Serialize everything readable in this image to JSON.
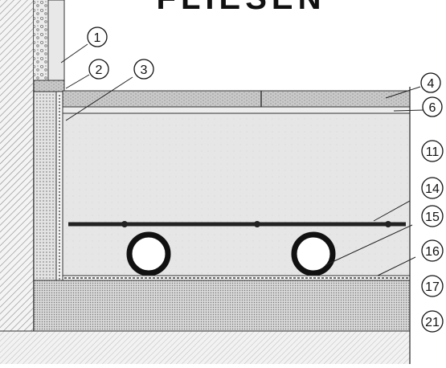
{
  "title": "FLIESEN",
  "callouts": [
    {
      "id": "c1",
      "label": "1"
    },
    {
      "id": "c2",
      "label": "2"
    },
    {
      "id": "c3",
      "label": "3"
    },
    {
      "id": "c4",
      "label": "4"
    },
    {
      "id": "c6",
      "label": "6"
    },
    {
      "id": "c11",
      "label": "11"
    },
    {
      "id": "c14",
      "label": "14"
    },
    {
      "id": "c15",
      "label": "15"
    },
    {
      "id": "c16",
      "label": "16"
    },
    {
      "id": "c17",
      "label": "17"
    },
    {
      "id": "c21",
      "label": "21"
    }
  ]
}
